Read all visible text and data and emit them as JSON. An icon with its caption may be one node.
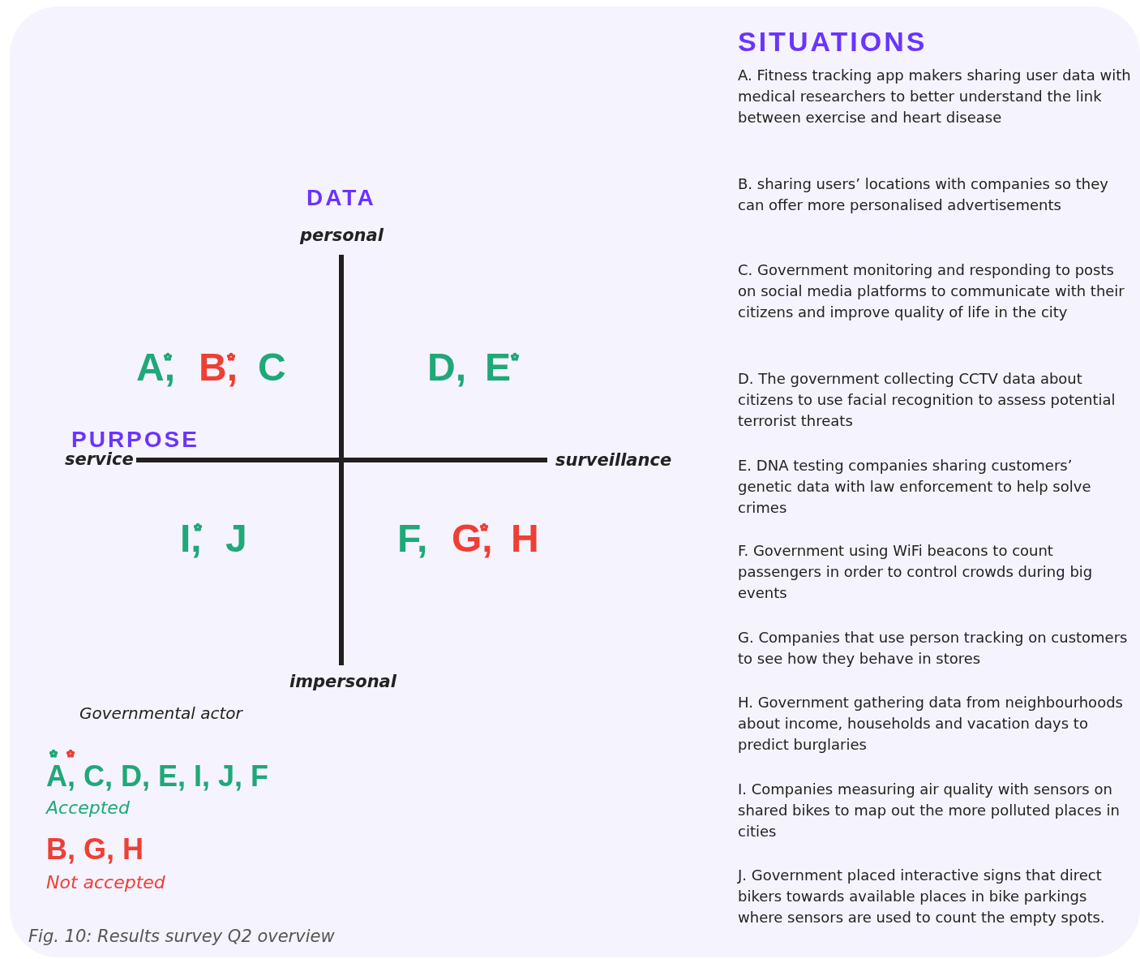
{
  "diagram": {
    "caption": "Fig. 10:  Results survey Q2 overview",
    "labels": [
      "SITUATIONS",
      "A. Fitness tracking app makers sharing user data with medical researchers to better understand the link between exercise and heart disease",
      "B. sharing users’ locations with companies so they can offer more personalised advertisements",
      "C. Government monitoring and responding to posts on social media platforms to communicate with their citizens and improve quality of life in the city",
      "D. The government collecting CCTV data about citizens to use facial recognition to assess potential terrorist threats",
      "E. DNA testing companies sharing customers’ genetic data with law enforcement to help solve crimes",
      "F. Government using WiFi beacons to count passengers in order to control crowds during big events",
      "G. Companies that use person tracking on customers to see how they behave in stores",
      "H. Government gathering data from neighbourhoods about income, households and vacation days to predict burglaries",
      "I. Companies measuring air quality with sensors on shared bikes to map out the more polluted places in cities",
      "J. Government placed interactive signs that direct bikers towards available places in bike parkings where sensors are used to count the empty spots.",
      "DATA",
      "personal",
      "A,",
      "B,",
      "C",
      "D,",
      "E",
      "PURPOSE",
      "service",
      "surveillance",
      "I,",
      "J",
      "F,",
      "G,",
      "H",
      "impersonal",
      "Governmental actor",
      "A, C, D, E, I, J, F",
      "B, G, H"
    ],
    "legend": [
      {
        "text": "Accepted",
        "color": "#1fa878"
      },
      {
        "text": "Not accepted",
        "color": "#ee3f35"
      }
    ]
  }
}
